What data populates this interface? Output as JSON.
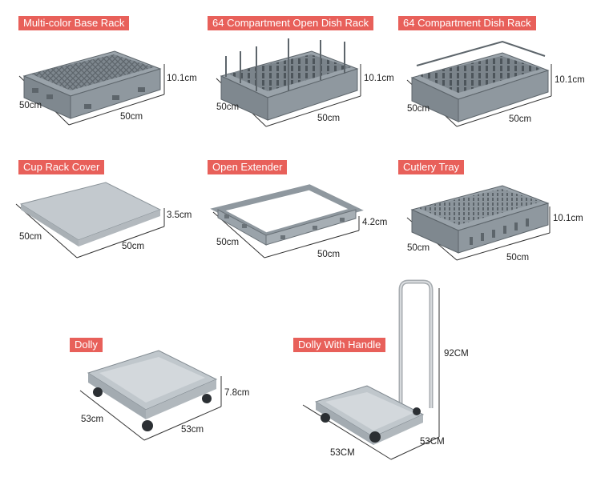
{
  "products": [
    {
      "title": "Multi-color Base Rack",
      "depth": "50cm",
      "width": "50cm",
      "height": "10.1cm"
    },
    {
      "title": "64 Compartment Open Dish Rack",
      "depth": "50cm",
      "width": "50cm",
      "height": "10.1cm"
    },
    {
      "title": "64 Compartment Dish Rack",
      "depth": "50cm",
      "width": "50cm",
      "height": "10.1cm"
    },
    {
      "title": "Cup Rack Cover",
      "depth": "50cm",
      "width": "50cm",
      "height": "3.5cm"
    },
    {
      "title": "Open Extender",
      "depth": "50cm",
      "width": "50cm",
      "height": "4.2cm"
    },
    {
      "title": "Cutlery Tray",
      "depth": "50cm",
      "width": "50cm",
      "height": "10.1cm"
    },
    {
      "title": "Dolly",
      "depth": "53cm",
      "width": "53cm",
      "height": "7.8cm"
    },
    {
      "title": "Dolly With Handle",
      "depth": "53CM",
      "width": "53CM",
      "height": "92CM"
    }
  ],
  "colors": {
    "tag_bg": "#e8605a",
    "rack_gray": "#8d969d",
    "cover_gray": "#bfc6cb"
  }
}
